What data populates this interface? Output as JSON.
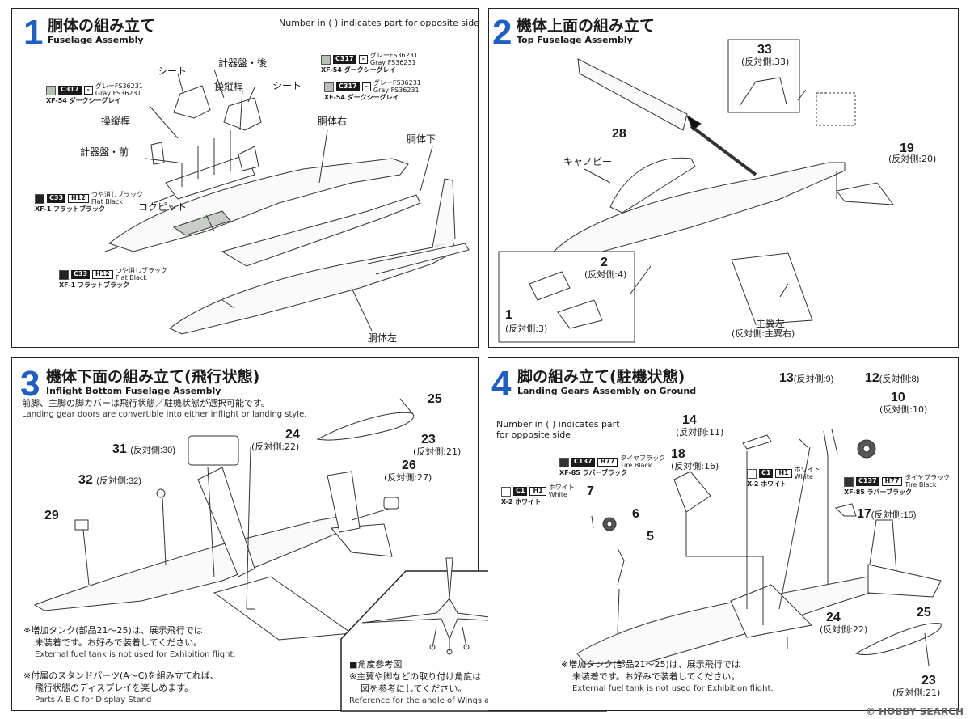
{
  "common": {
    "opp_note": "Number in ( ) indicates part for opposite side"
  },
  "step1": {
    "num": "1",
    "title_jp": "胴体の組み立て",
    "title_en": "Fuselage Assembly",
    "labels": {
      "seat_a": "シート",
      "seat_b": "シート",
      "panel_rear": "計器盤・後",
      "stick_a": "操縦桿",
      "stick_b": "操縦桿",
      "panel_front": "計器盤・前",
      "fuselage_right": "胴体右",
      "fuselage_bottom": "胴体下",
      "cockpit": "コクピット",
      "fuselage_left": "胴体左"
    },
    "paints": [
      {
        "code": "C317",
        "code2": "-",
        "line1": "グレーFS36231",
        "line2": "Gray FS36231",
        "name": "XF-54 ダークシーグレイ",
        "color": "#b9bfb8"
      },
      {
        "code": "C317",
        "code2": "-",
        "line1": "グレーFS36231",
        "line2": "Gray FS36231",
        "name": "XF-54 ダークシーグレイ",
        "color": "#b9bfb8"
      },
      {
        "code": "C317",
        "code2": "-",
        "line1": "グレーFS36231",
        "line2": "Gray FS36231",
        "name": "XF-54 ダークシーグレイ",
        "color": "#b9bfb8"
      },
      {
        "code": "C33",
        "code2": "H12",
        "line1": "つや消しブラック",
        "line2": "Flat Black",
        "name": "XF-1 フラットブラック",
        "color": "#222222"
      },
      {
        "code": "C33",
        "code2": "H12",
        "line1": "つや消しブラック",
        "line2": "Flat Black",
        "name": "XF-1 フラットブラック",
        "color": "#222222"
      }
    ]
  },
  "step2": {
    "num": "2",
    "title_jp": "機体上面の組み立て",
    "title_en": "Top Fuselage Assembly",
    "labels": {
      "canopy": "キャノピー",
      "wing_left": "主翼左",
      "wing_left_opp": "(反対側:主翼右)"
    },
    "parts": {
      "p33": "33",
      "p33_opp": "(反対側:33)",
      "p28": "28",
      "p19": "19",
      "p19_opp": "(反対側:20)",
      "p2": "2",
      "p2_opp": "(反対側:4)",
      "p1": "1",
      "p1_opp": "(反対側:3)"
    }
  },
  "step3": {
    "num": "3",
    "title_jp": "機体下面の組み立て(飛行状態)",
    "title_en": "Inflight Bottom Fuselage Assembly",
    "sub_jp": "前脚、主脚の脚カバーは飛行状態／駐機状態が選択可能です。",
    "sub_en": "Landing gear doors are convertible into either inflight or landing style.",
    "parts": {
      "p25": "25",
      "p24": "24",
      "p24_opp": "(反対側:22)",
      "p23": "23",
      "p23_opp": "(反対側:21)",
      "p31": "31",
      "p31_opp": "(反対側:30)",
      "p26": "26",
      "p26_opp": "(反対側:27)",
      "p32": "32",
      "p32_opp": "(反対側:32)",
      "p29": "29"
    },
    "notes": {
      "tank_jp1": "※増加タンク(部品21～25)は、展示飛行では",
      "tank_jp2": "未装着です。お好みで装着してください。",
      "tank_en": "External fuel tank is not used for Exhibition flight.",
      "stand_jp1": "※付属のスタンドパーツ(A～C)を組み立てれば、",
      "stand_jp2": "飛行状態のディスプレイを楽しめます。",
      "stand_en": "Parts A B C for Display Stand"
    }
  },
  "reference": {
    "head": "■角度参考図",
    "jp1": "※主翼や脚などの取り付け角度は",
    "jp2": "図を参考にしてください。",
    "en": "Reference for the angle of Wings and Gears."
  },
  "step4": {
    "num": "4",
    "title_jp": "脚の組み立て(駐機状態)",
    "title_en": "Landing Gears Assembly on Ground",
    "opp_note1": "Number in ( ) indicates part",
    "opp_note2": "for opposite side",
    "parts": {
      "p13": "13",
      "p13_opp": "(反対側:9)",
      "p12": "12",
      "p12_opp": "(反対側:8)",
      "p10": "10",
      "p10_opp": "(反対側:10)",
      "p14": "14",
      "p14_opp": "(反対側:11)",
      "p18": "18",
      "p18_opp": "(反対側:16)",
      "p17": "17",
      "p17_opp": "(反対側:15)",
      "p7": "7",
      "p6": "6",
      "p5": "5",
      "p24": "24",
      "p24_opp": "(反対側:22)",
      "p25": "25",
      "p23": "23",
      "p23_opp": "(反対側:21)"
    },
    "paints": [
      {
        "code": "C137",
        "code2": "H77",
        "line1": "タイヤブラック",
        "line2": "Tire Black",
        "name": "XF-85 ラバーブラック",
        "color": "#333333"
      },
      {
        "code": "C1",
        "code2": "H1",
        "line1": "ホワイト",
        "line2": "White",
        "name": "X-2 ホワイト",
        "color": "#ffffff"
      },
      {
        "code": "C1",
        "code2": "H1",
        "line1": "ホワイト",
        "line2": "White",
        "name": "X-2 ホワイト",
        "color": "#ffffff"
      },
      {
        "code": "C137",
        "code2": "H77",
        "line1": "タイヤブラック",
        "line2": "Tire Black",
        "name": "XF-85 ラバーブラック",
        "color": "#333333"
      }
    ],
    "notes": {
      "tank_jp1": "※増加タンク(部品21～25)は、展示飛行では",
      "tank_jp2": "未装着です。お好みで装着してください。",
      "tank_en": "External fuel tank is not used for Exhibition flight."
    }
  },
  "watermark": "© HOBBY SEARCH"
}
